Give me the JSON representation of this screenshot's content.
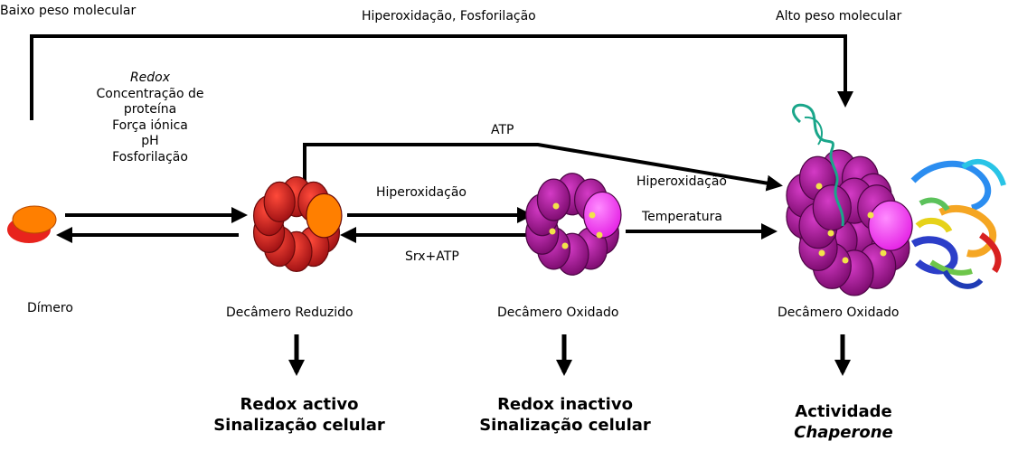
{
  "top": {
    "left_label": "Baixo peso molecular",
    "center_label": "Hiperoxidação, Fosforilação",
    "right_label": "Alto peso molecular"
  },
  "conditions": {
    "redox": "Redox",
    "line2": "Concentração de",
    "line3": "proteína",
    "line4": "Força iónica",
    "line5": "pH",
    "line6": "Fosforilação"
  },
  "arrows": {
    "atp": "ATP",
    "hiperoxidacao": "Hiperoxidação",
    "srx_atp": "Srx+ATP",
    "hiperoxidacao2": "Hiperoxidação",
    "temperatura": "Temperatura"
  },
  "states": {
    "dimer": "Dímero",
    "decamer_reduced": "Decâmero Reduzido",
    "decamer_oxidized": "Decâmero Oxidado",
    "decamer_oxidized2": "Decâmero Oxidado"
  },
  "outcomes": {
    "reduced_line1": "Redox activo",
    "reduced_line2": "Sinalização celular",
    "oxidized_line1": "Redox inactivo",
    "oxidized_line2": "Sinalização celular",
    "chaperone_line1": "Actividade",
    "chaperone_line2": "Chaperone"
  },
  "colors": {
    "dimer_front": "#ff7f00",
    "dimer_back": "#e8231d",
    "decamer_reduced": "#c0181a",
    "decamer_reduced_accent": "#ff7f00",
    "decamer_oxidized": "#b3149e",
    "decamer_oxidized_accent": "#ff33ff",
    "dot": "#f2e34a"
  }
}
